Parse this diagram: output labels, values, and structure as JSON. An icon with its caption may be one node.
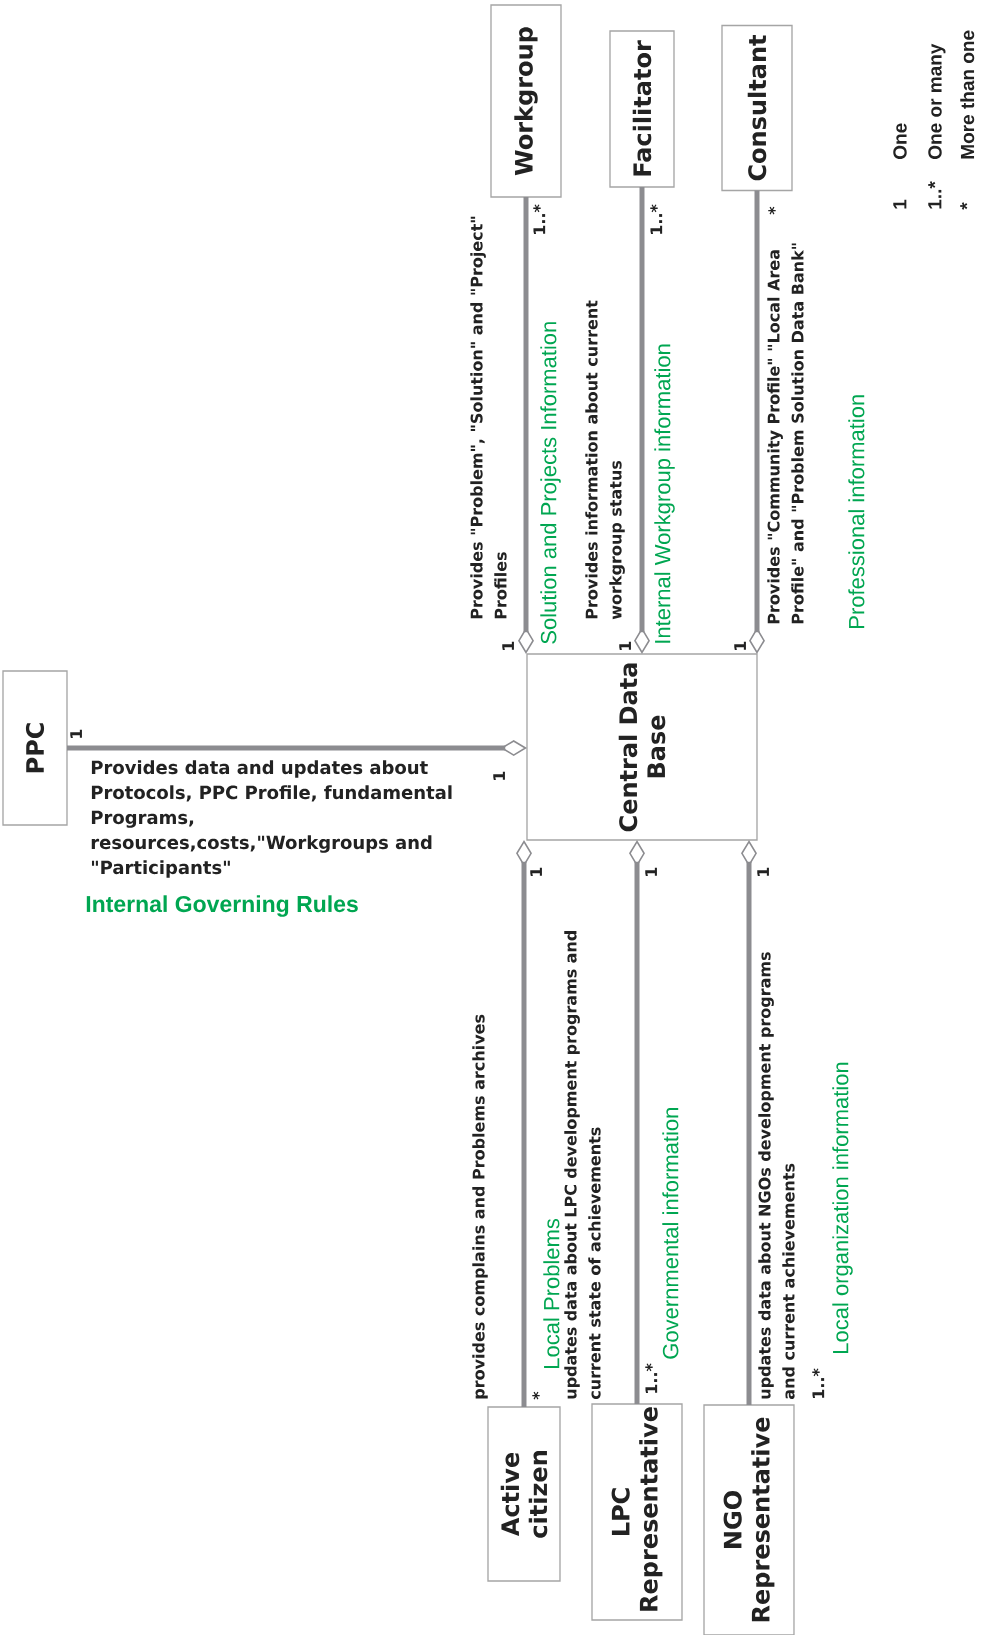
{
  "diagram": {
    "nodes": [
      {
        "text": [
          "Workgroup"
        ]
      },
      {
        "text": [
          "Facilitator"
        ]
      },
      {
        "text": [
          "Consultant"
        ]
      },
      {
        "text": [
          "PPC"
        ]
      },
      {
        "text": [
          "Central Data Base"
        ]
      },
      {
        "text": [
          "Active citizen"
        ]
      },
      {
        "text": [
          "LPC Representative"
        ]
      },
      {
        "text": [
          "NGO Representative"
        ]
      }
    ],
    "edges": [
      {
        "from": 4,
        "to": 0,
        "arrow": "other",
        "label": "Provides \"Problem\", \"Solution\" and \"Project\" Profiles"
      },
      {
        "from": 4,
        "to": 1,
        "arrow": "other",
        "label": "Provides information about current workgroup status"
      },
      {
        "from": 4,
        "to": 2,
        "arrow": "other",
        "label": "Provides \"Community Profile\" \"Local Area Profile\" and \"Problem Solution Data Bank\""
      },
      {
        "from": 4,
        "to": 3,
        "arrow": "other",
        "label": "Provides data and updates about Protocols, PPC Profile, fundamental Programs, resources,costs,\"Workgroups and \"Participants\""
      },
      {
        "from": 4,
        "to": 5,
        "arrow": "other",
        "label": "provides complains and Problems archives"
      },
      {
        "from": 4,
        "to": 6,
        "arrow": "other",
        "label": "updates data about LPC development programs and current state of achievements"
      },
      {
        "from": 4,
        "to": 7,
        "arrow": "other",
        "label": "updates data about NGOs development programs and current achievements"
      }
    ],
    "labels": [
      "1",
      "1..*",
      "Solution and Projects Information",
      "1",
      "1..*",
      "Internal Workgroup information",
      "1",
      "*",
      "Professional information",
      "1",
      "1",
      "Internal Governing Rules",
      "1",
      "*",
      "Local Problems",
      "1",
      "1..*",
      "Governmental information",
      "1",
      "1..*",
      "Local organization  information",
      "1",
      "One",
      "1..*",
      "One or many",
      "*",
      "More than one"
    ]
  }
}
